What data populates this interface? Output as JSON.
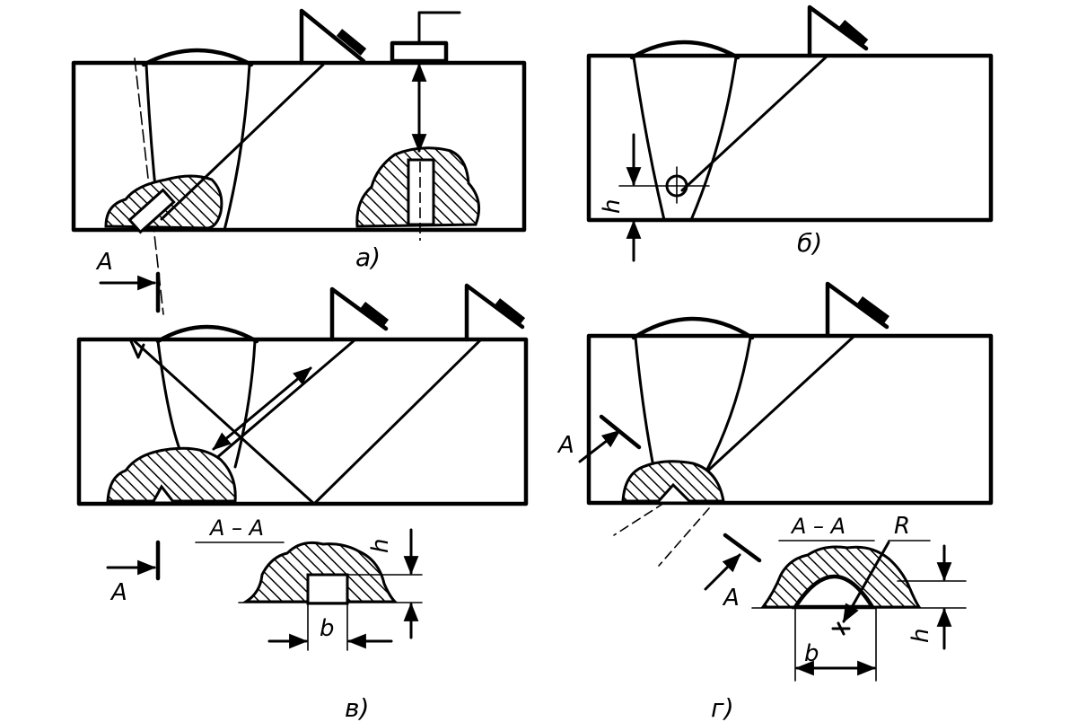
{
  "panels": {
    "a": {
      "label": "а)"
    },
    "b": {
      "label": "б)",
      "dim": "h"
    },
    "c": {
      "label": "в)",
      "section_mark": "A",
      "section_title": "A – A",
      "dim_h": "h",
      "dim_b": "b"
    },
    "d": {
      "label": "г)",
      "section_mark": "A",
      "section_title": "A – A",
      "dim_h": "h",
      "dim_b": "b",
      "dim_r": "R"
    }
  }
}
